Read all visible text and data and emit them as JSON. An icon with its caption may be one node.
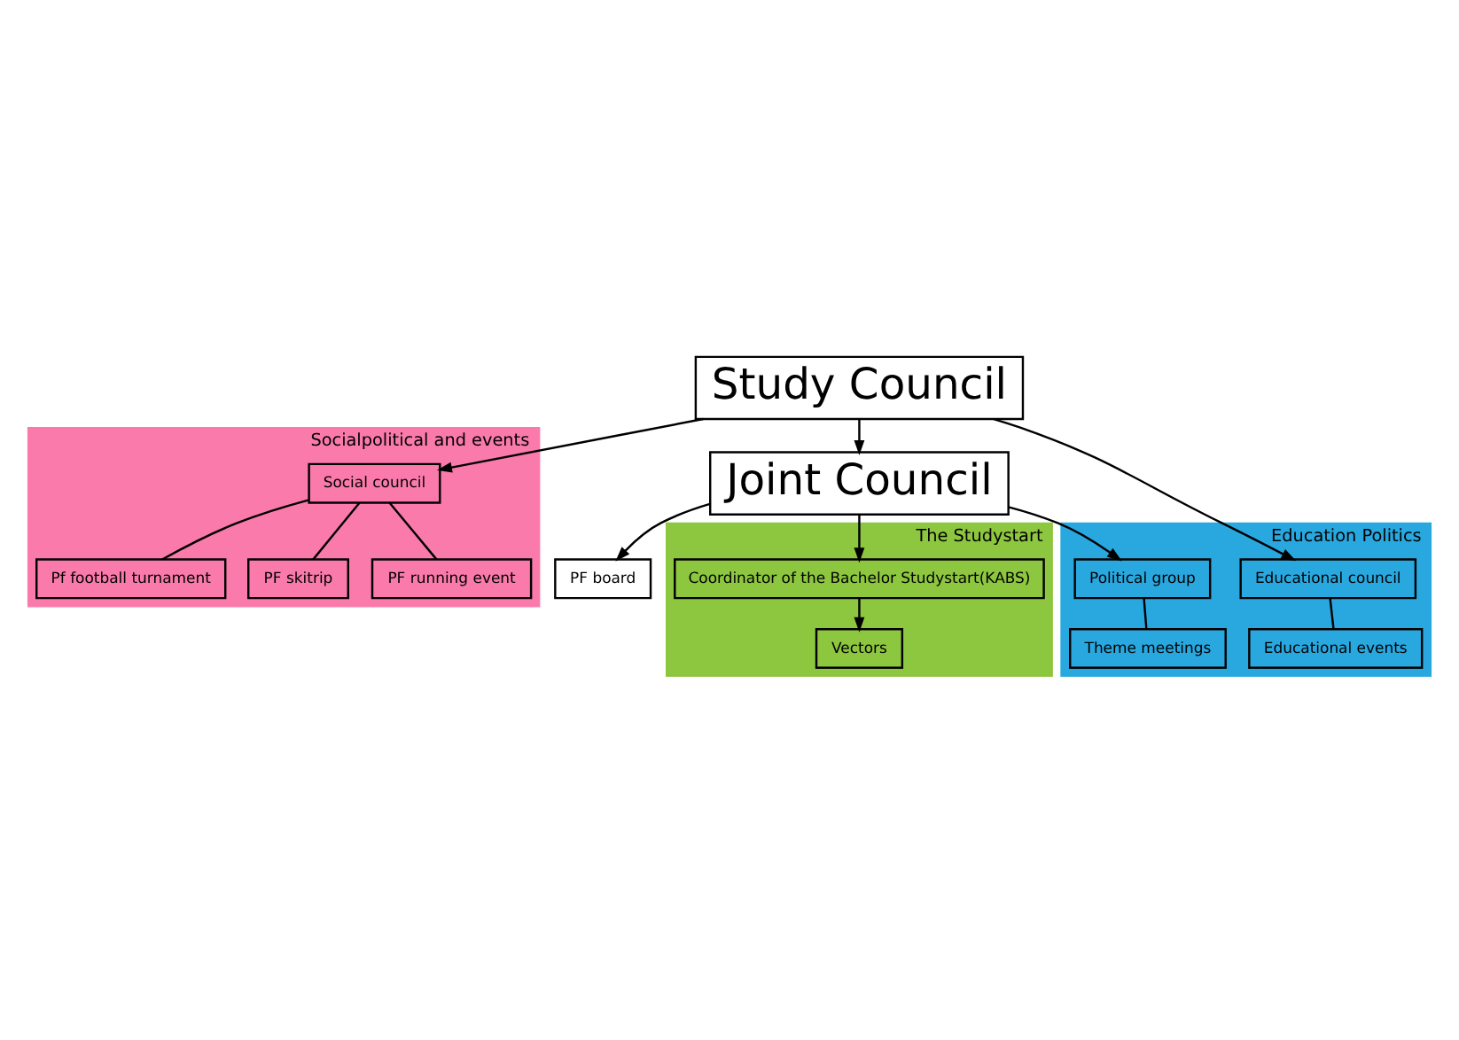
{
  "diagram": {
    "nodes": [
      {
        "text": [
          "Joint Council"
        ]
      },
      {
        "text": [
          "PF board"
        ]
      },
      {
        "text": [
          "The Studystart"
        ]
      },
      {
        "text": [
          "Coordinator of the Bachelor Studystart(KABS)"
        ],
        "in": 2
      },
      {
        "text": [
          "Vectors"
        ],
        "in": 2
      },
      {
        "text": [
          "Socialpolitical and events"
        ]
      },
      {
        "text": [
          "Social council"
        ],
        "in": 5
      },
      {
        "text": [
          "Pf football turnament"
        ],
        "in": 5
      },
      {
        "text": [
          "PF skitrip"
        ],
        "in": 5
      },
      {
        "text": [
          "PF running event"
        ],
        "in": 5
      },
      {
        "text": [
          "Education Politics"
        ]
      },
      {
        "text": [
          "Political group"
        ],
        "in": 10
      },
      {
        "text": [
          "Theme meetings"
        ],
        "in": 10
      },
      {
        "text": [
          "Educational events"
        ],
        "in": 10
      },
      {
        "text": [
          "Educational council"
        ],
        "in": 10
      },
      {
        "text": [
          "Study Council"
        ]
      }
    ],
    "edges": [
      {
        "from": 0,
        "to": 1,
        "arrow": "to"
      },
      {
        "from": 0,
        "to": 3,
        "arrow": "to"
      },
      {
        "from": 3,
        "to": 4,
        "arrow": "to"
      },
      {
        "from": 15,
        "to": 0,
        "arrow": "to"
      },
      {
        "from": 15,
        "to": 6,
        "arrow": "to"
      },
      {
        "from": 6,
        "to": 7,
        "arrow": "none"
      },
      {
        "from": 6,
        "to": 8,
        "arrow": "none"
      },
      {
        "from": 6,
        "to": 9,
        "arrow": "none"
      },
      {
        "from": 0,
        "to": 11,
        "arrow": "to"
      },
      {
        "from": 11,
        "to": 12,
        "arrow": "none"
      },
      {
        "from": 14,
        "to": 13,
        "arrow": "none"
      },
      {
        "from": 15,
        "to": 14,
        "arrow": "to"
      }
    ]
  }
}
